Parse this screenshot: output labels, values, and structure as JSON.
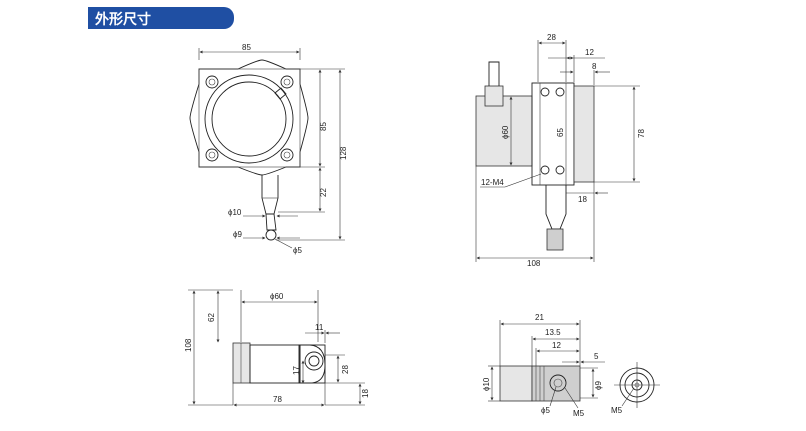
{
  "section_title": "外形尺寸",
  "views": {
    "front": {
      "width": "85",
      "height": "85",
      "total_height": "128",
      "lower": "22",
      "d10": "ϕ10",
      "d9": "ϕ9",
      "d5": "ϕ5"
    },
    "side": {
      "w28": "28",
      "w12": "12",
      "w8": "8",
      "dia60": "ϕ60",
      "h65": "65",
      "h78": "78",
      "thread": "12-M4",
      "w18": "18",
      "total_width": "108"
    },
    "bottom": {
      "h108": "108",
      "h62": "62",
      "dia60": "ϕ60",
      "w11": "11",
      "h17": "17",
      "h28": "28",
      "w78": "78",
      "h18": "18"
    },
    "detail": {
      "w21": "21",
      "w13_5": "13.5",
      "w12": "12",
      "w5": "5",
      "d10": "ϕ10",
      "d9": "ϕ9",
      "d5": "ϕ5",
      "m5": "M5",
      "m5_end": "M5"
    }
  }
}
